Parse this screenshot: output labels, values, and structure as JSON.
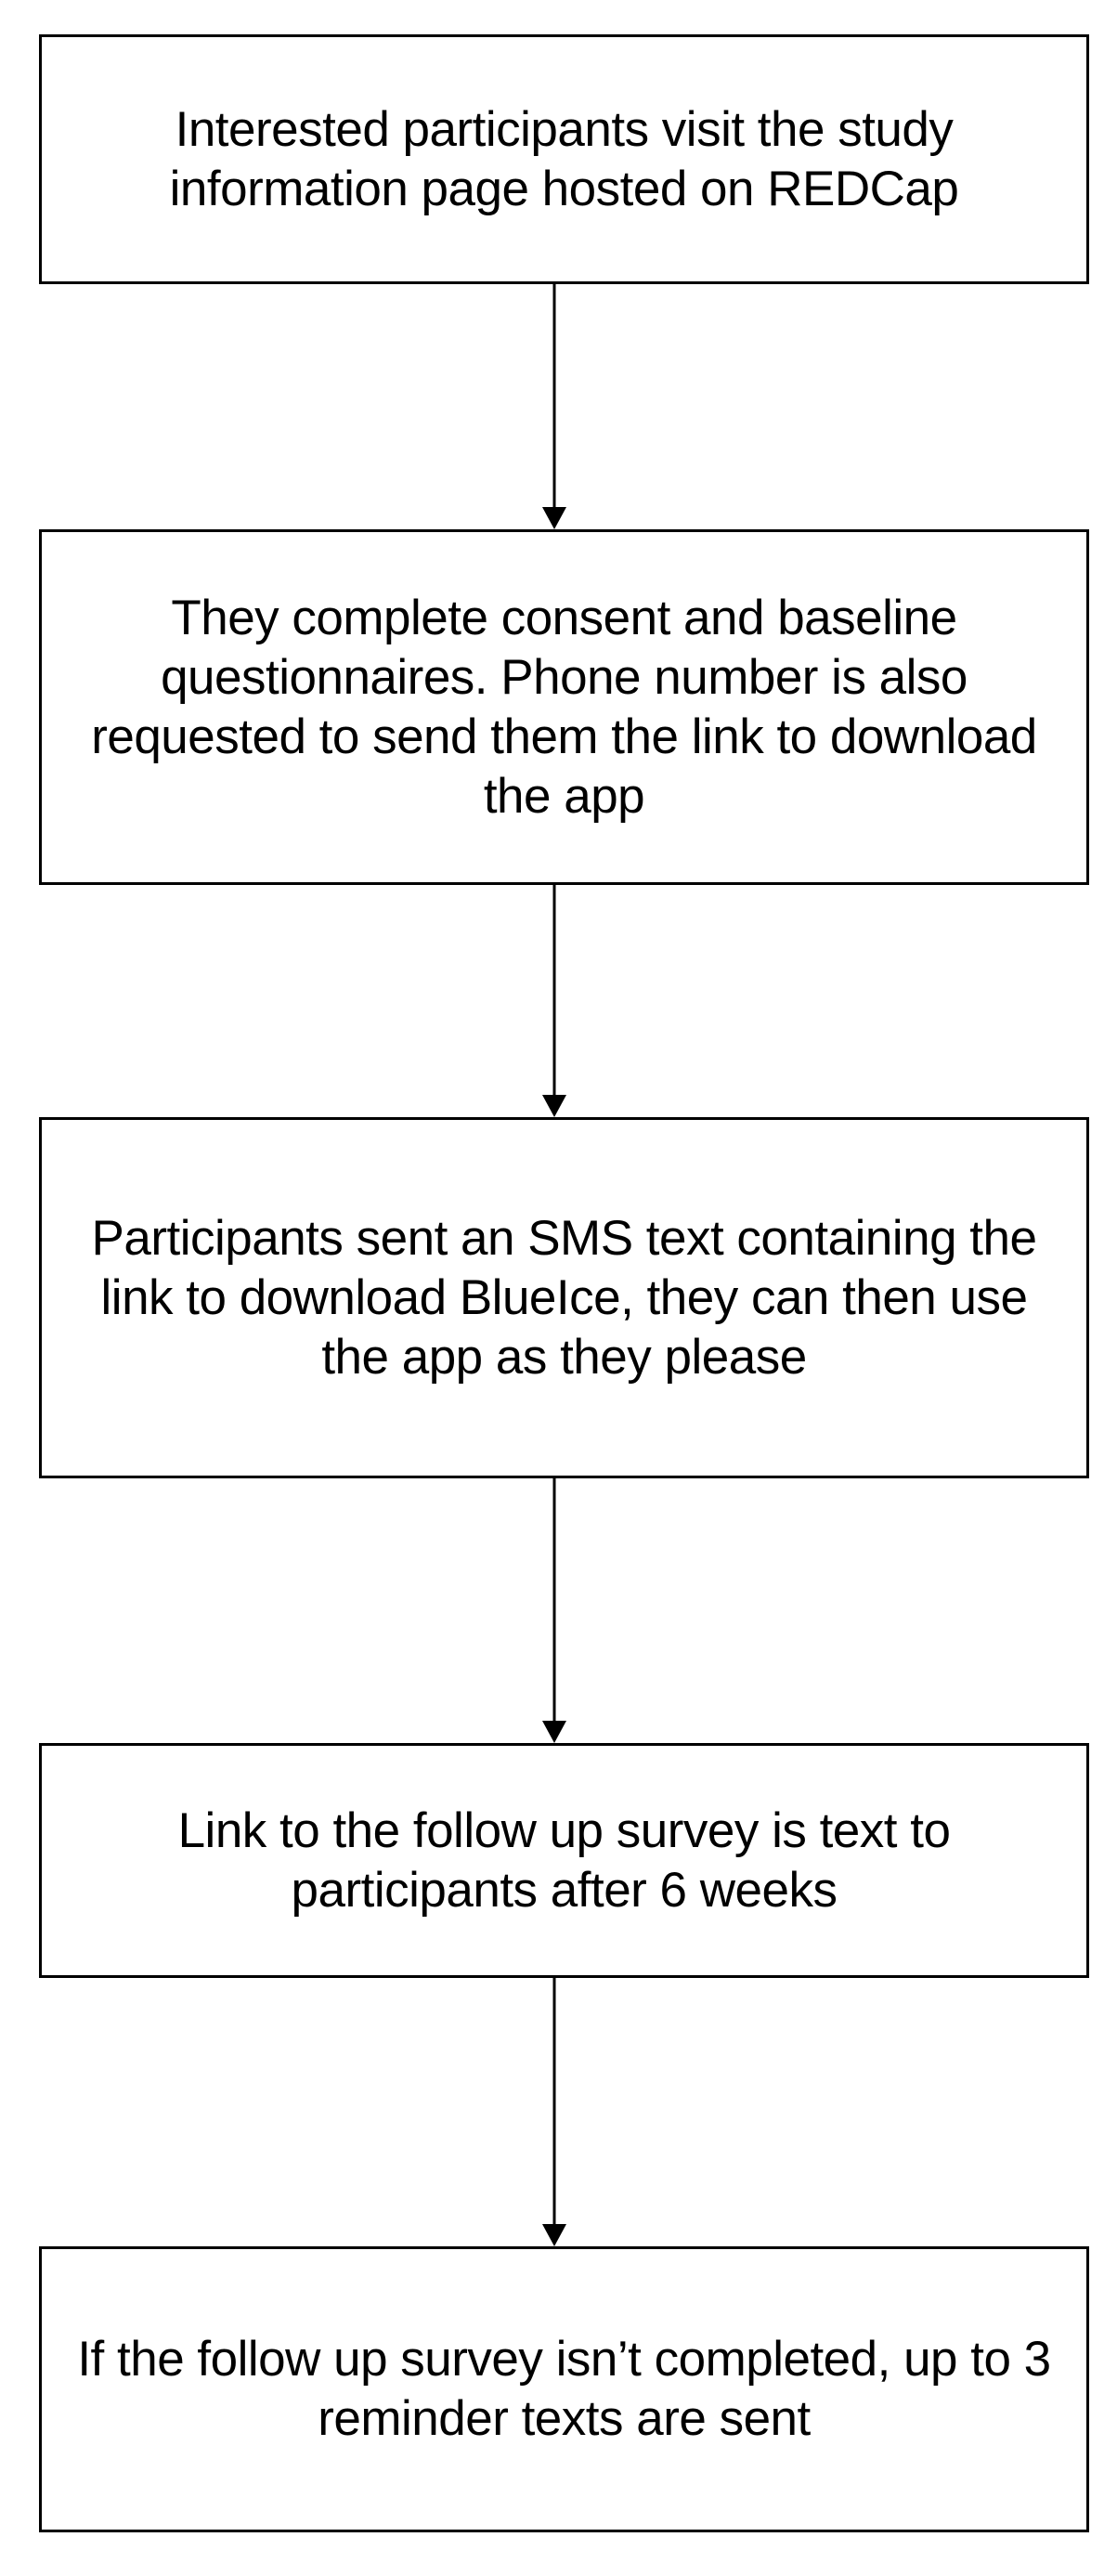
{
  "flowchart": {
    "steps": [
      {
        "text": "Interested participants visit the study information page hosted on REDCap"
      },
      {
        "text": "They complete consent and baseline questionnaires. Phone number is also requested to send them the link to download the app"
      },
      {
        "text": "Participants sent an SMS text containing the link to download BlueIce, they can then use the app as they please"
      },
      {
        "text": "Link to the follow up survey is text to participants after 6 weeks"
      },
      {
        "text": "If the follow up survey isn’t completed, up to 3 reminder texts are sent"
      }
    ],
    "colors": {
      "stroke": "#000000",
      "background": "#ffffff",
      "text": "#000000"
    }
  }
}
